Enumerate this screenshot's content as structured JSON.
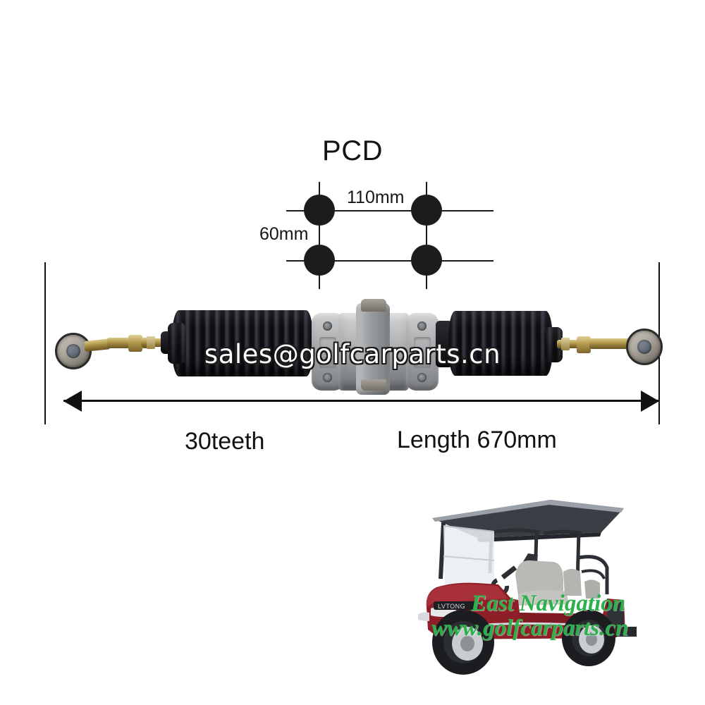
{
  "product": {
    "name": "golf-cart-steering-rack",
    "pcd": {
      "title": "PCD",
      "horizontal_label": "110mm",
      "vertical_label": "60mm",
      "hole_count": 4
    },
    "dimensions": {
      "teeth_label": "30teeth",
      "length_label": "Length 670mm"
    }
  },
  "watermarks": {
    "email": "sales@golfcarparts.cn",
    "brand_line1": "East Navigation",
    "brand_line2": "www.golfcarparts.cn",
    "brand_color": "#2bb04a",
    "email_color": "#ffffff"
  },
  "cart": {
    "badge": "LVTONG",
    "body_color": "#8e1f28",
    "roof_color": "#33363b",
    "seat_color": "#b9b9b6"
  }
}
